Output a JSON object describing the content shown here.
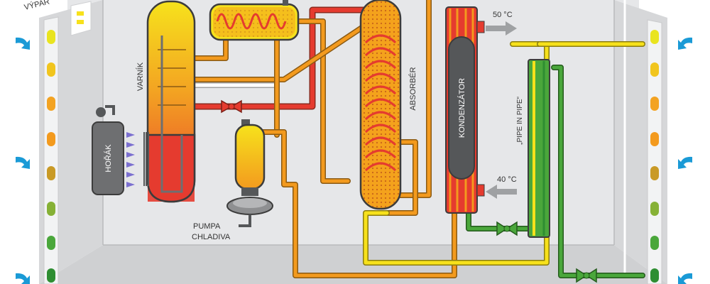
{
  "labels": {
    "vyparnik_cut": "VÝPAR",
    "varnik": "VARNÍK",
    "horak": "HOŘÁK",
    "absorber": "ABSORBÉR",
    "kondenzator": "KONDENZÁTOR",
    "pipe_in_pipe": "„PIPE IN PIPE“",
    "temp_out": "50 °C",
    "temp_in": "40 °C",
    "pumpa_line1": "PUMPA",
    "pumpa_line2": "CHLADIVA"
  },
  "colors": {
    "housing": "#e3e4e6",
    "housing_edge": "#c9cacc",
    "hot_red": "#e53b2f",
    "orange": "#f39a1e",
    "yellow": "#f7e11b",
    "green": "#4aa73b",
    "dark_grey": "#555759",
    "arrow_blue": "#1a9ad6",
    "arrow_grey": "#9fa1a3"
  },
  "icons": {
    "inlet_arrow": "curved-arrow-icon",
    "flow_arrow": "arrow-right-icon",
    "valve": "valve-icon",
    "flame": "flame-icon"
  }
}
